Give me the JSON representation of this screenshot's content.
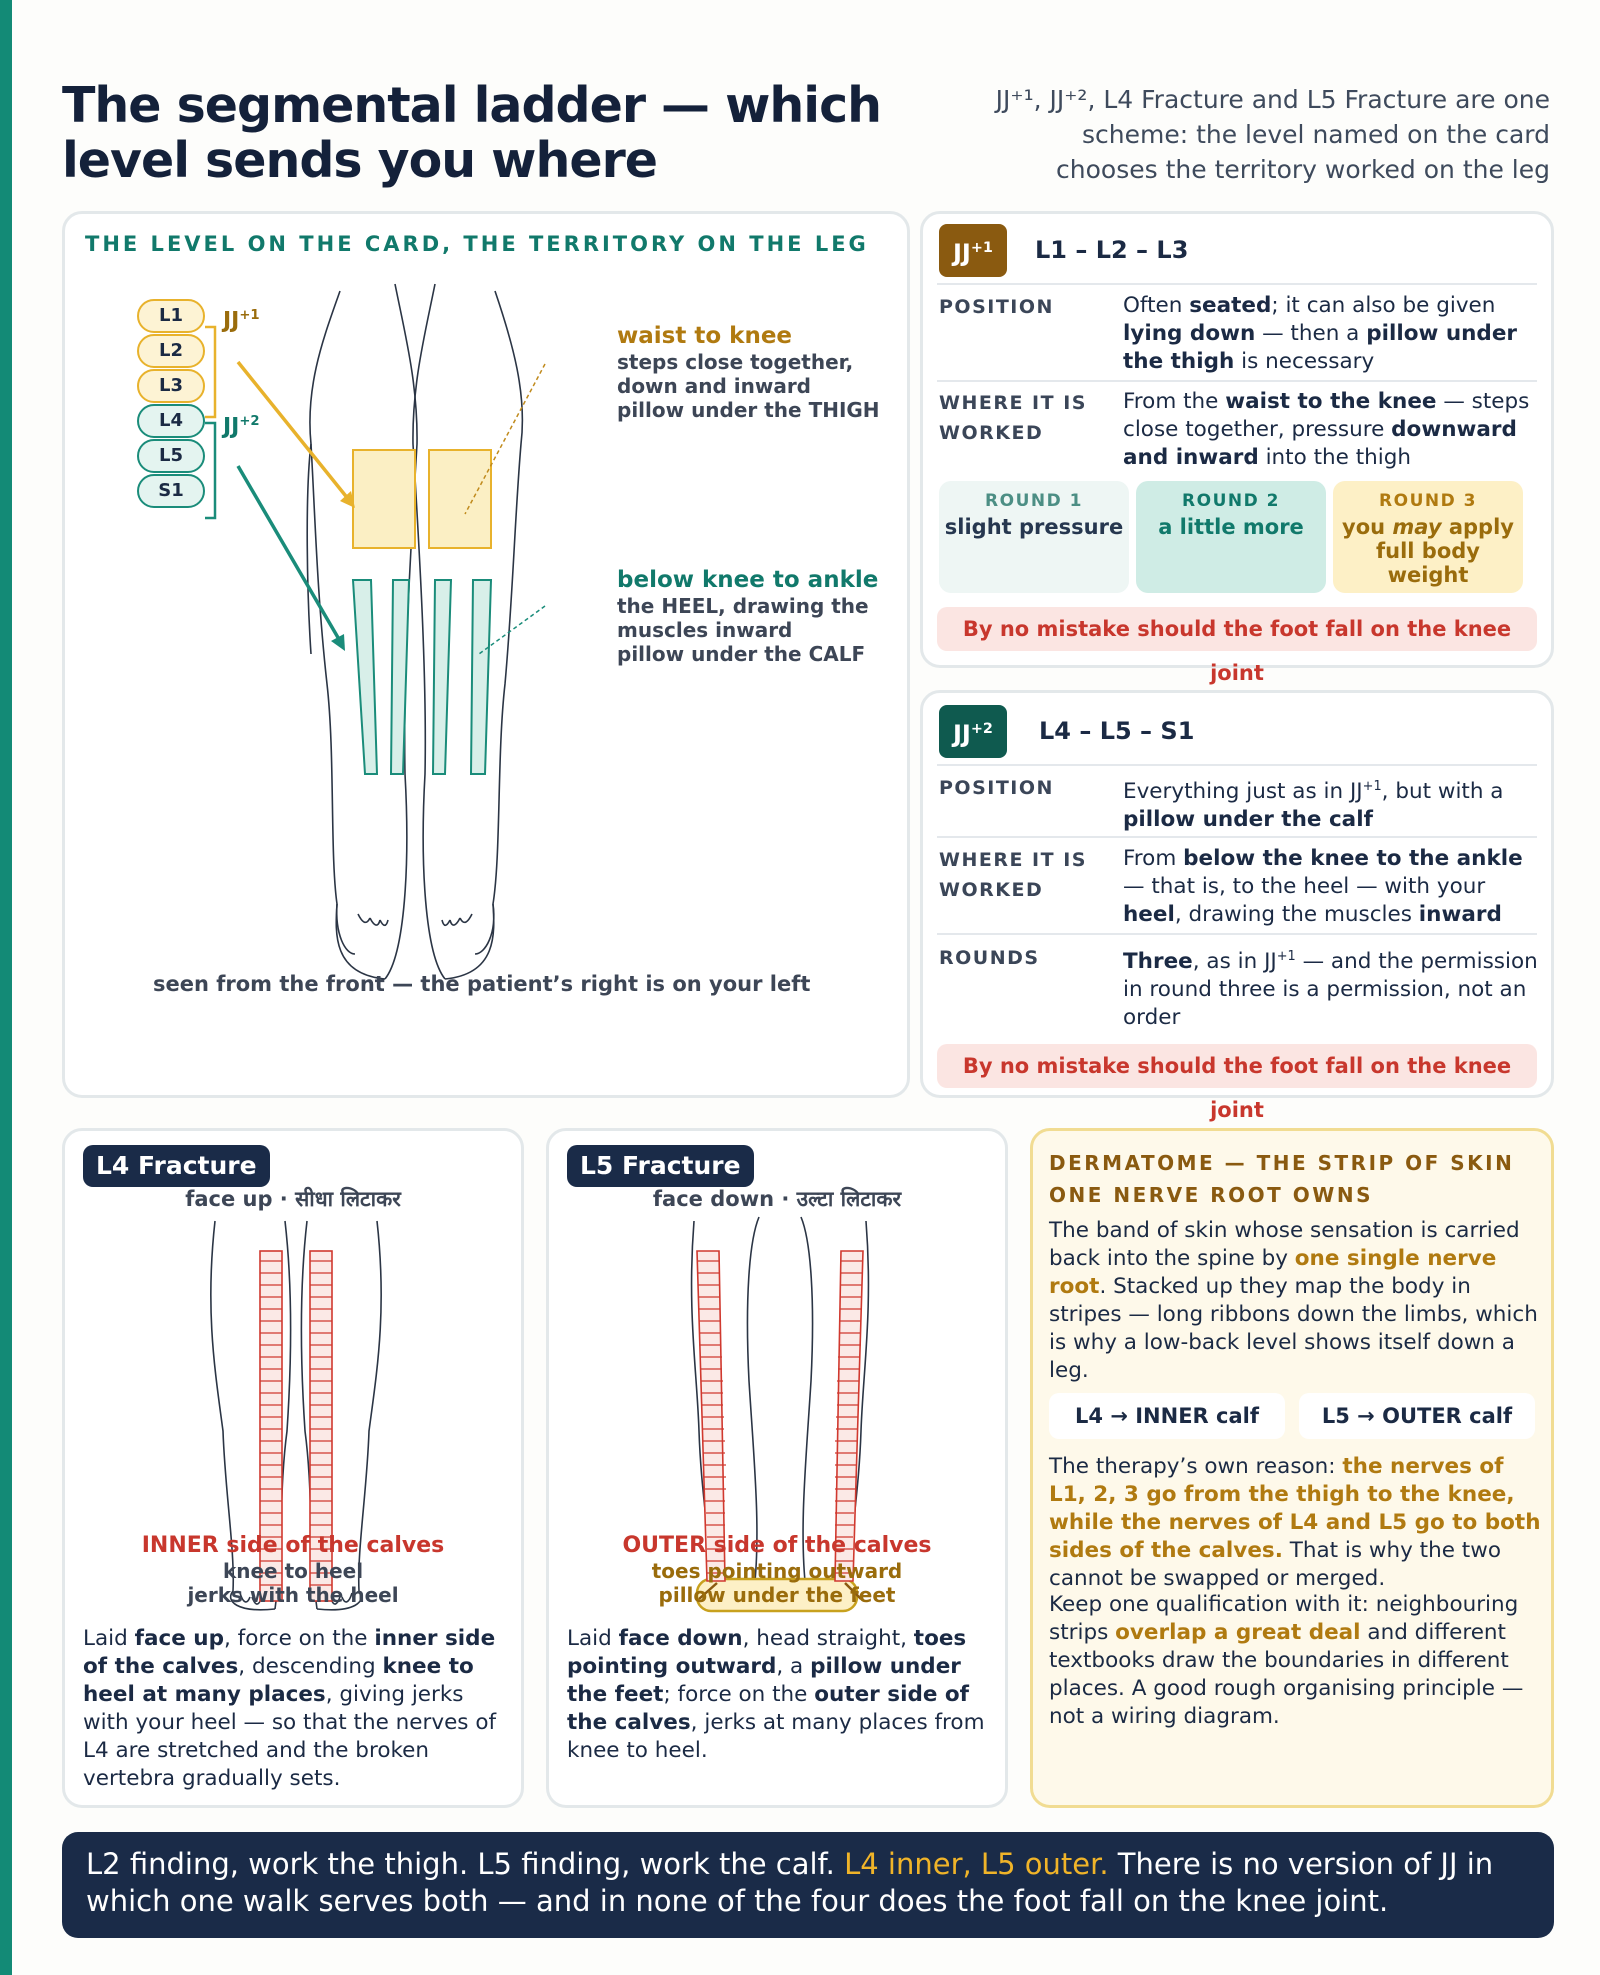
{
  "title": "The segmental ladder — which level sends you where",
  "subtitle": "JJ⁺¹, JJ⁺², L4 Fracture and L5 Fracture are one scheme: the level named on the card chooses the territory worked on the leg",
  "left_panel": {
    "heading": "THE LEVEL ON THE CARD, THE TERRITORY ON THE LEG",
    "levels": [
      "L1",
      "L2",
      "L3",
      "L4",
      "L5",
      "S1"
    ],
    "group1": {
      "base": "JJ",
      "sup": "+1"
    },
    "group2": {
      "base": "JJ",
      "sup": "+2"
    },
    "thigh_label": {
      "title": "waist to knee",
      "lines": [
        "steps close together,",
        "down and inward",
        "pillow under the THIGH"
      ]
    },
    "calf_label": {
      "title": "below knee to ankle",
      "lines": [
        "the HEEL, drawing the",
        "muscles inward",
        "pillow under the CALF"
      ]
    },
    "caption": "seen from the front — the patient’s right is on your left",
    "colors": {
      "thigh": "#e8b22c",
      "calf": "#1a8c7a"
    }
  },
  "jj1": {
    "badge": {
      "base": "JJ",
      "sup": "+1"
    },
    "levels": "L1 – L2 – L3",
    "position": {
      "label": "POSITION",
      "parts": [
        {
          "t": "Often "
        },
        {
          "t": "seated",
          "b": true
        },
        {
          "t": "; it can also be given "
        },
        {
          "t": "lying down",
          "b": true
        },
        {
          "t": " — then a "
        },
        {
          "t": "pillow under the thigh",
          "b": true
        },
        {
          "t": " is necessary"
        }
      ]
    },
    "worked": {
      "label_lines": [
        "WHERE IT IS",
        "WORKED"
      ],
      "parts": [
        {
          "t": "From the "
        },
        {
          "t": "waist to the knee",
          "b": true
        },
        {
          "t": " — steps close together, pressure "
        },
        {
          "t": "downward and inward",
          "b": true
        },
        {
          "t": " into the thigh"
        }
      ]
    },
    "rounds": [
      {
        "label": "ROUND 1",
        "value": "slight pressure"
      },
      {
        "label": "ROUND 2",
        "value": "a little more"
      },
      {
        "label": "ROUND 3",
        "value_pre": "you ",
        "value_em": "may",
        "value_post": " apply full body weight"
      }
    ],
    "warning": "By no mistake should the foot fall on the knee joint"
  },
  "jj2": {
    "badge": {
      "base": "JJ",
      "sup": "+2"
    },
    "levels": "L4 – L5 – S1",
    "position": {
      "label": "POSITION",
      "pre": "Everything just as in JJ",
      "sup": "+1",
      "post": ", but with a ",
      "bold": "pillow under the calf"
    },
    "worked": {
      "label_lines": [
        "WHERE IT IS",
        "WORKED"
      ],
      "parts": [
        {
          "t": "From "
        },
        {
          "t": "below the knee to the ankle",
          "b": true
        },
        {
          "t": " — that is, to the heel — with your "
        },
        {
          "t": "heel",
          "b": true
        },
        {
          "t": ", drawing the muscles "
        },
        {
          "t": "inward",
          "b": true
        }
      ]
    },
    "rounds": {
      "label": "ROUNDS",
      "bold": "Three",
      "mid": ", as in JJ",
      "sup": "+1",
      "post": " — and the permission in round three is a permission, not an order"
    },
    "warning": "By no mistake should the foot fall on the knee joint"
  },
  "l4": {
    "tag": "L4 Fracture",
    "position": "face up · सीधा लिटाकर",
    "side": "INNER side of the calves",
    "sub_lines": [
      "knee to heel",
      "jerks with the heel"
    ],
    "parts": [
      {
        "t": "Laid "
      },
      {
        "t": "face up",
        "b": true
      },
      {
        "t": ", force on the "
      },
      {
        "t": "inner side of the calves",
        "b": true
      },
      {
        "t": ", descending "
      },
      {
        "t": "knee to heel at many places",
        "b": true
      },
      {
        "t": ", giving jerks with your heel — so that the nerves of L4 are stretched and the broken vertebra gradually sets."
      }
    ]
  },
  "l5": {
    "tag": "L5 Fracture",
    "position": "face down · उल्टा लिटाकर",
    "side": "OUTER side of the calves",
    "sub_lines": [
      "toes pointing outward",
      "pillow under the feet"
    ],
    "parts": [
      {
        "t": "Laid "
      },
      {
        "t": "face down",
        "b": true
      },
      {
        "t": ", head straight, "
      },
      {
        "t": "toes pointing outward",
        "b": true
      },
      {
        "t": ", a "
      },
      {
        "t": "pillow under the feet",
        "b": true
      },
      {
        "t": "; force on the "
      },
      {
        "t": "outer side of the calves",
        "b": true
      },
      {
        "t": ", jerks at many places from knee to heel."
      }
    ]
  },
  "dermatome": {
    "heading": "DERMATOME — THE STRIP OF SKIN ONE NERVE ROOT OWNS",
    "p1": [
      {
        "t": "The band of skin whose sensation is carried back into the spine by "
      },
      {
        "t": "one single nerve root",
        "hl": true
      },
      {
        "t": ". Stacked up they map the body in stripes — long ribbons down the limbs, which is why a low-back level shows itself down a leg."
      }
    ],
    "tiles": [
      "L4 → INNER calf",
      "L5 → OUTER calf"
    ],
    "p2": [
      {
        "t": "The therapy’s own reason: "
      },
      {
        "t": "the nerves of L1, 2, 3 go from the thigh to the knee, while the nerves of L4 and L5 go to both sides of the calves.",
        "hl": true
      },
      {
        "t": " That is why the two cannot be swapped or merged."
      }
    ],
    "p3": [
      {
        "t": "Keep one qualification with it: neighbouring strips "
      },
      {
        "t": "overlap a great deal",
        "hl": true
      },
      {
        "t": " and different textbooks draw the boundaries in different places. A good rough organising principle — not a wiring diagram."
      }
    ]
  },
  "footer": {
    "pre": "L2 finding, work the thigh. L5 finding, work the calf. ",
    "hl": "L4 inner, L5 outer.",
    "post": " There is no version of JJ in which one walk serves both — and in none of the four does the foot fall on the knee joint."
  }
}
